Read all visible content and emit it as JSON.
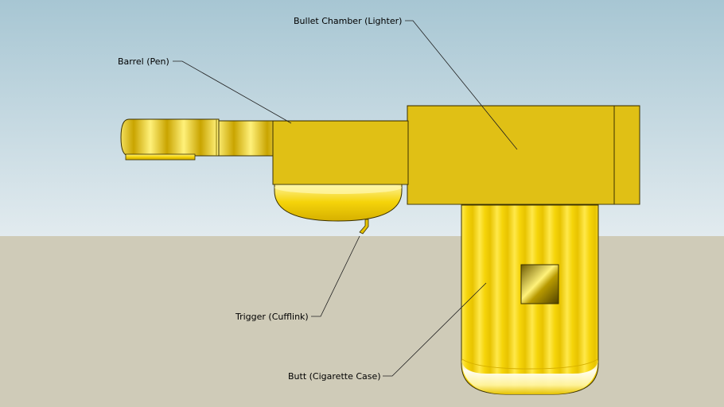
{
  "colors": {
    "sky_top": "#a7c6d3",
    "sky_bottom": "#e2ebef",
    "ground": "#cfcbb8",
    "gold": "#f5d40a",
    "gold_dark": "#b89a00",
    "gold_light": "#fff6a8",
    "outline": "#3a3000",
    "leader": "#202020"
  },
  "labels": {
    "barrel": "Barrel (Pen)",
    "bullet_chamber": "Bullet Chamber (Lighter)",
    "trigger": "Trigger (Cufflink)",
    "butt": "Butt (Cigarette Case)"
  }
}
